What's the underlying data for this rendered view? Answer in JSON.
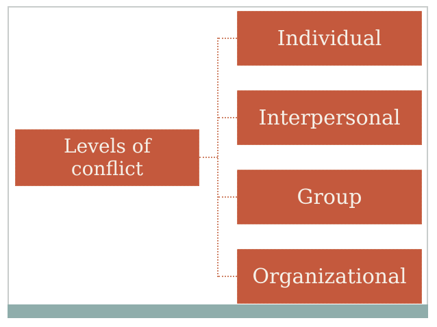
{
  "slide": {
    "kind": "hierarchy-diagram",
    "root": {
      "label": "Levels of conflict"
    },
    "children": [
      {
        "label": "Individual"
      },
      {
        "label": "Interpersonal"
      },
      {
        "label": "Group"
      },
      {
        "label": "Organizational"
      }
    ],
    "colors": {
      "box_fill": "#c4593d",
      "box_text": "#f5f0e8",
      "connector": "#cf8266",
      "footer_band": "#8fadab",
      "slide_border": "#c8cccb",
      "background": "#ffffff"
    }
  }
}
